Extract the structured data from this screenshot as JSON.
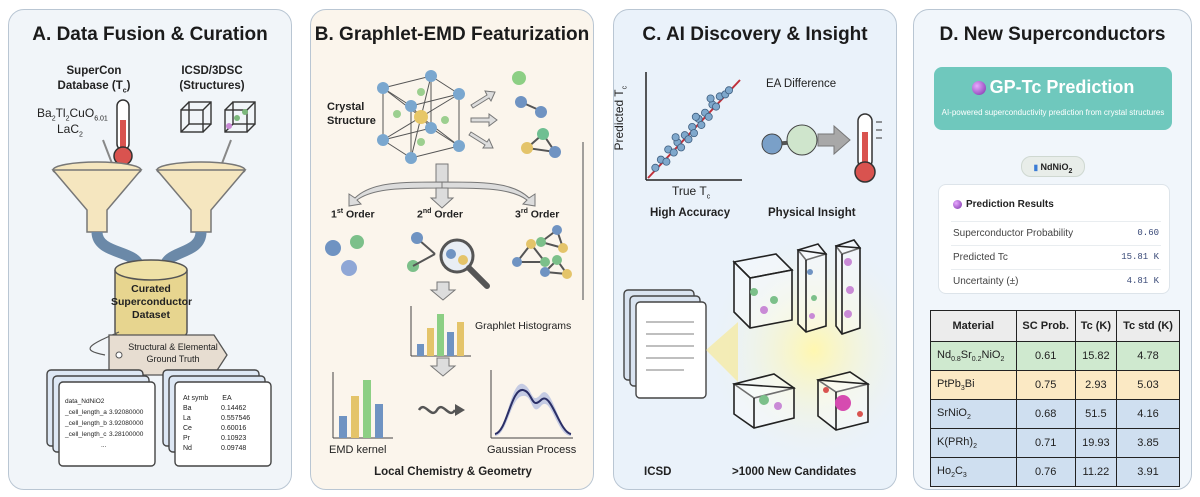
{
  "panel_a": {
    "title": "A. Data Fusion & Curation",
    "source_left": [
      "SuperCon",
      "Database (T",
      "c",
      ")"
    ],
    "source_right": [
      "ICSD/3DSC",
      "(Structures)"
    ],
    "formula1": [
      "Ba",
      "2",
      "Tl",
      "2",
      "CuO",
      "6.01"
    ],
    "formula2": [
      "LaC",
      "2"
    ],
    "curated": [
      "Curated",
      "Superconductor",
      "Dataset"
    ],
    "ground_truth": [
      "Structural & Elemental",
      "Ground Truth"
    ],
    "doc_left": {
      "header": "data_NdNiO2",
      "rows": [
        {
          "key": "_cell_length_a",
          "val": "3.92080000"
        },
        {
          "key": "_cell_length_b",
          "val": "3.92080000"
        },
        {
          "key": "_cell_length_c",
          "val": "3.28100000"
        }
      ],
      "ellipsis": "..."
    },
    "doc_right": {
      "header_symb": "At symb",
      "header_ea": "EA",
      "rows": [
        {
          "el": "Ba",
          "val": "0.14462"
        },
        {
          "el": "La",
          "val": "0.557546"
        },
        {
          "el": "Ce",
          "val": "0.60016"
        },
        {
          "el": "Pr",
          "val": "0.10923"
        },
        {
          "el": "Nd",
          "val": "0.09748"
        }
      ]
    }
  },
  "panel_b": {
    "title": "B. Graphlet-EMD Featurization",
    "crystal": [
      "Crystal",
      "Structure"
    ],
    "orders": [
      {
        "num": "1",
        "sup": "st",
        "word": " Order"
      },
      {
        "num": "2",
        "sup": "nd",
        "word": " Order"
      },
      {
        "num": "3",
        "sup": "rd",
        "word": " Order"
      }
    ],
    "histograms": "Graphlet Histograms",
    "emd": "EMD kernel",
    "gp": "Gaussian Process",
    "footer": "Local Chemistry & Geometry"
  },
  "panel_c": {
    "title": "C. AI Discovery & Insight",
    "ylabel": [
      "Predicted T",
      "c"
    ],
    "xlabel": [
      "True T",
      "c"
    ],
    "ea": "EA Difference",
    "accuracy": "High Accuracy",
    "insight": "Physical Insight",
    "icsd": "ICSD",
    "candidates": ">1000 New Candidates",
    "scatter": [
      [
        0.08,
        0.1
      ],
      [
        0.14,
        0.18
      ],
      [
        0.2,
        0.16
      ],
      [
        0.22,
        0.28
      ],
      [
        0.28,
        0.25
      ],
      [
        0.32,
        0.35
      ],
      [
        0.36,
        0.3
      ],
      [
        0.4,
        0.42
      ],
      [
        0.44,
        0.38
      ],
      [
        0.48,
        0.5
      ],
      [
        0.5,
        0.44
      ],
      [
        0.55,
        0.58
      ],
      [
        0.58,
        0.52
      ],
      [
        0.62,
        0.64
      ],
      [
        0.66,
        0.6
      ],
      [
        0.7,
        0.72
      ],
      [
        0.74,
        0.7
      ],
      [
        0.78,
        0.8
      ],
      [
        0.84,
        0.82
      ],
      [
        0.3,
        0.4
      ],
      [
        0.52,
        0.6
      ],
      [
        0.68,
        0.78
      ],
      [
        0.88,
        0.86
      ]
    ]
  },
  "panel_d": {
    "title": "D. New Superconductors",
    "gp_title": "GP-Tc Prediction",
    "gp_sub": "AI-powered superconductivity prediction from crystal structures",
    "chip": "NdNiO",
    "chip_sub": "2",
    "results": {
      "head": "Prediction Results",
      "rows": [
        {
          "k": "Superconductor Probability",
          "v": "0.60"
        },
        {
          "k": "Predicted Tc",
          "v": "15.81 K"
        },
        {
          "k": "Uncertainty (±)",
          "v": "4.81 K"
        }
      ]
    },
    "table": {
      "headers": [
        "Material",
        "SC Prob.",
        "Tc (K)",
        "Tc std (K)"
      ],
      "rows": [
        {
          "mat": [
            "Nd",
            "0.8",
            "Sr",
            "0.2",
            "NiO",
            "2"
          ],
          "p": "0.61",
          "tc": "15.82",
          "std": "4.78",
          "color": "#cfe9cf"
        },
        {
          "mat": [
            "PtPb",
            "3",
            "Bi",
            "",
            "",
            ""
          ],
          "p": "0.75",
          "tc": "2.93",
          "std": "5.03",
          "color": "#fbe9c4"
        },
        {
          "mat": [
            "SrNiO",
            "2",
            "",
            "",
            "",
            ""
          ],
          "p": "0.68",
          "tc": "51.5",
          "std": "4.16",
          "color": "#cfdff0"
        },
        {
          "mat": [
            "K(PRh)",
            "2",
            "",
            "",
            "",
            ""
          ],
          "p": "0.71",
          "tc": "19.93",
          "std": "3.85",
          "color": "#cfdff0"
        },
        {
          "mat": [
            "Ho",
            "2",
            "C",
            "3",
            "",
            ""
          ],
          "p": "0.76",
          "tc": "11.22",
          "std": "3.91",
          "color": "#cfdff0"
        }
      ]
    }
  }
}
